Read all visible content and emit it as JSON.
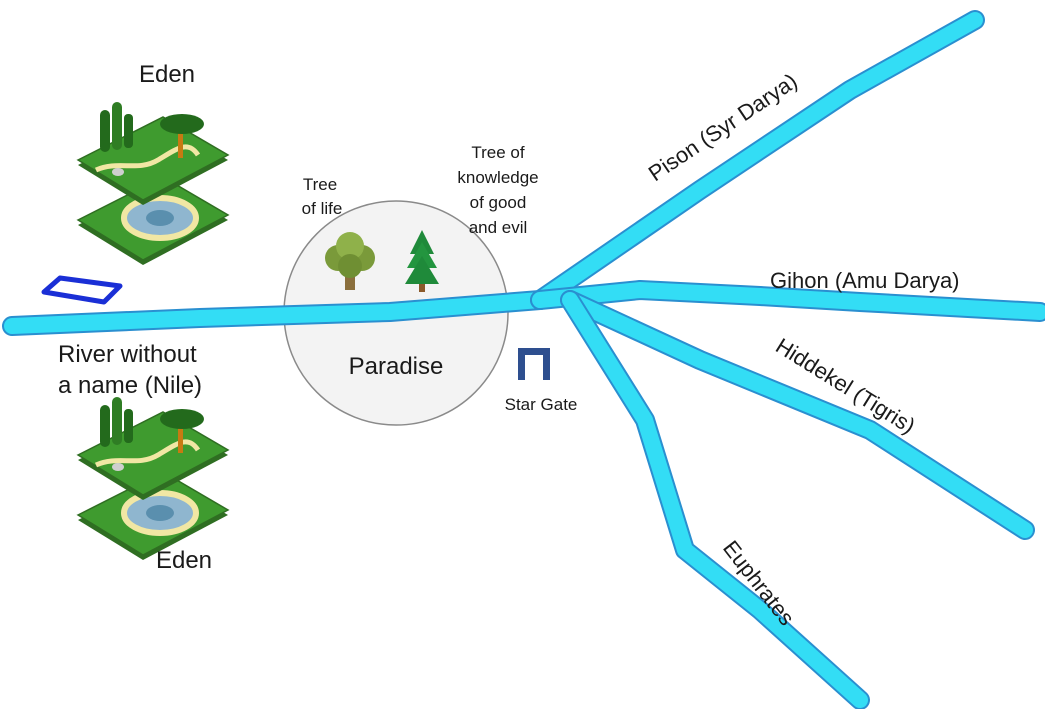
{
  "labels": {
    "eden_top": "Eden",
    "eden_bottom": "Eden",
    "river_nile_line1": "River without",
    "river_nile_line2": "a name (Nile)",
    "paradise": "Paradise",
    "tree_of_life_line1": "Tree",
    "tree_of_life_line2": "of life",
    "tree_knowledge_line1": "Tree of",
    "tree_knowledge_line2": "knowledge",
    "tree_knowledge_line3": "of good",
    "tree_knowledge_line4": "and evil",
    "star_gate": "Star Gate",
    "pison": "Pison (Syr Darya)",
    "gihon": "Gihon (Amu Darya)",
    "hiddekel": "Hiddekel (Tigris)",
    "euphrates": "Euphrates"
  },
  "colors": {
    "river": "#33ddf5",
    "river_edge": "#2a8fd0",
    "grass": "#3f9b2f",
    "grass_dark": "#2f6e22",
    "path": "#f1e7a4",
    "lake": "#8fb6cf",
    "gate": "#2e4f8f",
    "arrow": "#1a2fd6",
    "paradise_fill": "#f3f3f3"
  },
  "icons": [
    "garden-icon",
    "tree-icon",
    "pine-tree-icon",
    "gate-icon",
    "arrow-right-icon"
  ]
}
